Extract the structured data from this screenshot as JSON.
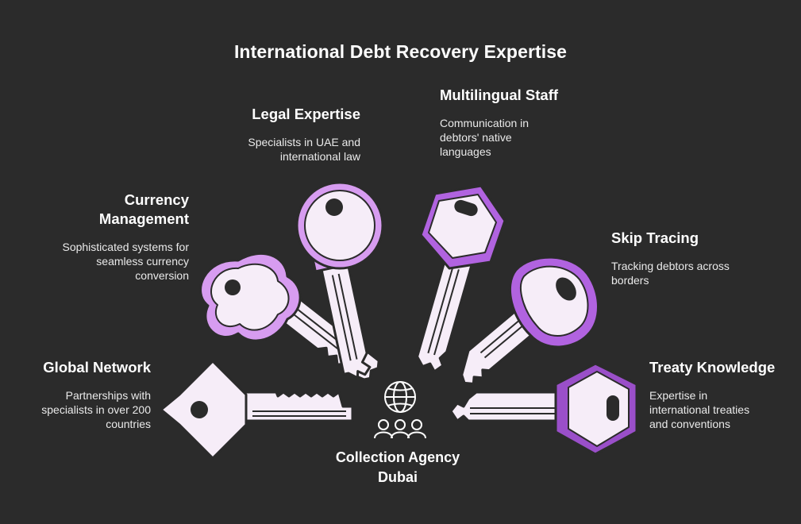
{
  "title": "International Debt Recovery Expertise",
  "center": {
    "line1": "Collection Agency",
    "line2": "Dubai",
    "icons": [
      "globe-icon",
      "people-icon"
    ]
  },
  "colors": {
    "background": "#2b2b2b",
    "key_fill": "#f6edf8",
    "key_outline": "#2b2b2b",
    "purple_light": "#d79cf0",
    "purple_mid": "#b163e0",
    "purple_dark": "#9a4fc9"
  },
  "items": {
    "global_network": {
      "title": "Global Network",
      "desc": "Partnerships with specialists in over 200 countries"
    },
    "currency_management": {
      "title": "Currency Management",
      "desc": "Sophisticated systems for seamless currency conversion"
    },
    "legal_expertise": {
      "title": "Legal Expertise",
      "desc": "Specialists in UAE and international law"
    },
    "multilingual_staff": {
      "title": "Multilingual Staff",
      "desc": "Communication in debtors' native languages"
    },
    "skip_tracing": {
      "title": "Skip Tracing",
      "desc": "Tracking debtors across borders"
    },
    "treaty_knowledge": {
      "title": "Treaty Knowledge",
      "desc": "Expertise in international treaties and conventions"
    }
  }
}
